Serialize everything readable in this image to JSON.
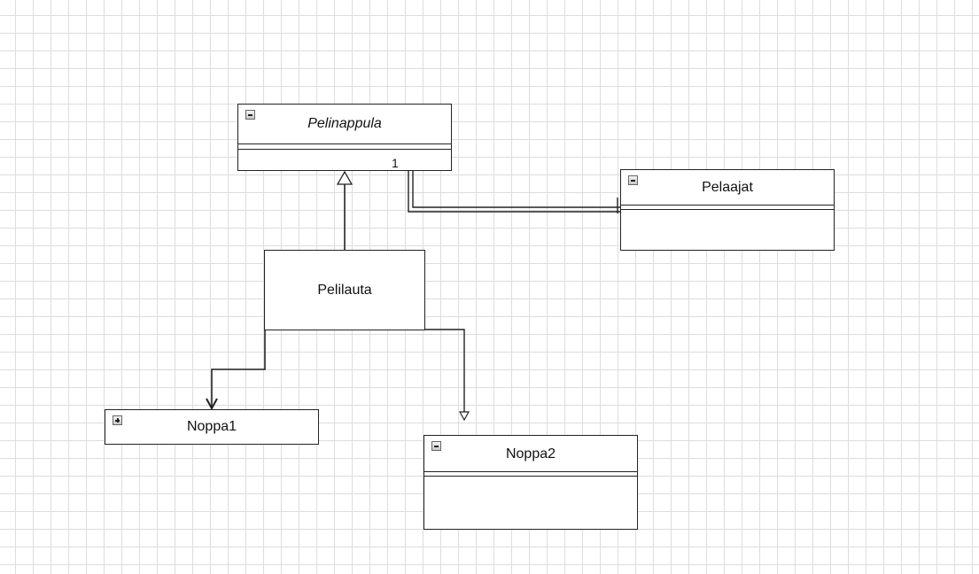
{
  "diagram": {
    "classes": {
      "pelinappula": {
        "name": "Pelinappula",
        "italic": true
      },
      "pelaajat": {
        "name": "Pelaajat"
      },
      "pelilauta": {
        "name": "Pelilauta"
      },
      "noppa1": {
        "name": "Noppa1",
        "collapsed": true
      },
      "noppa2": {
        "name": "Noppa2"
      }
    },
    "edges": {
      "pelilauta_to_pelinappula": {
        "type": "generalization"
      },
      "pelinappula_to_pelaajat": {
        "type": "association",
        "source_multiplicity": "1"
      },
      "pelilauta_to_noppa1": {
        "type": "directed-association"
      },
      "pelilauta_to_noppa2": {
        "type": "dependency"
      }
    }
  }
}
